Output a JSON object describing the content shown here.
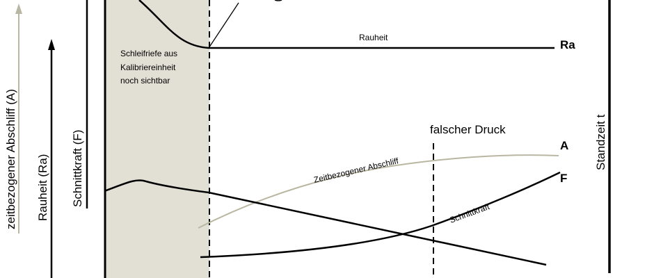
{
  "axes": {
    "zeitbezogener_abschliff": "zeitbezogener Abschliff  (A)",
    "rauheit": "Rauheit  (Ra)",
    "schnittkraft": "Schnittkraft (F)",
    "standzeit": "Standzeit t"
  },
  "region": {
    "label_lines": [
      "Schleifriefe aus",
      "Kalibriereinheit",
      "noch sichtbar"
    ]
  },
  "curves": {
    "rauheit_label": "Rauheit",
    "abschliff_label": "Zeitbezogener Abschliff",
    "schnittkraft_label": "Schnittkraft"
  },
  "end_labels": {
    "ra": "Ra",
    "a": "A",
    "f": "F"
  },
  "marker": {
    "label": "falscher Druck"
  },
  "colors": {
    "shaded_region": "#e2e0d5",
    "abschliff_curve": "#b9b6a1",
    "lines": "#000000"
  }
}
